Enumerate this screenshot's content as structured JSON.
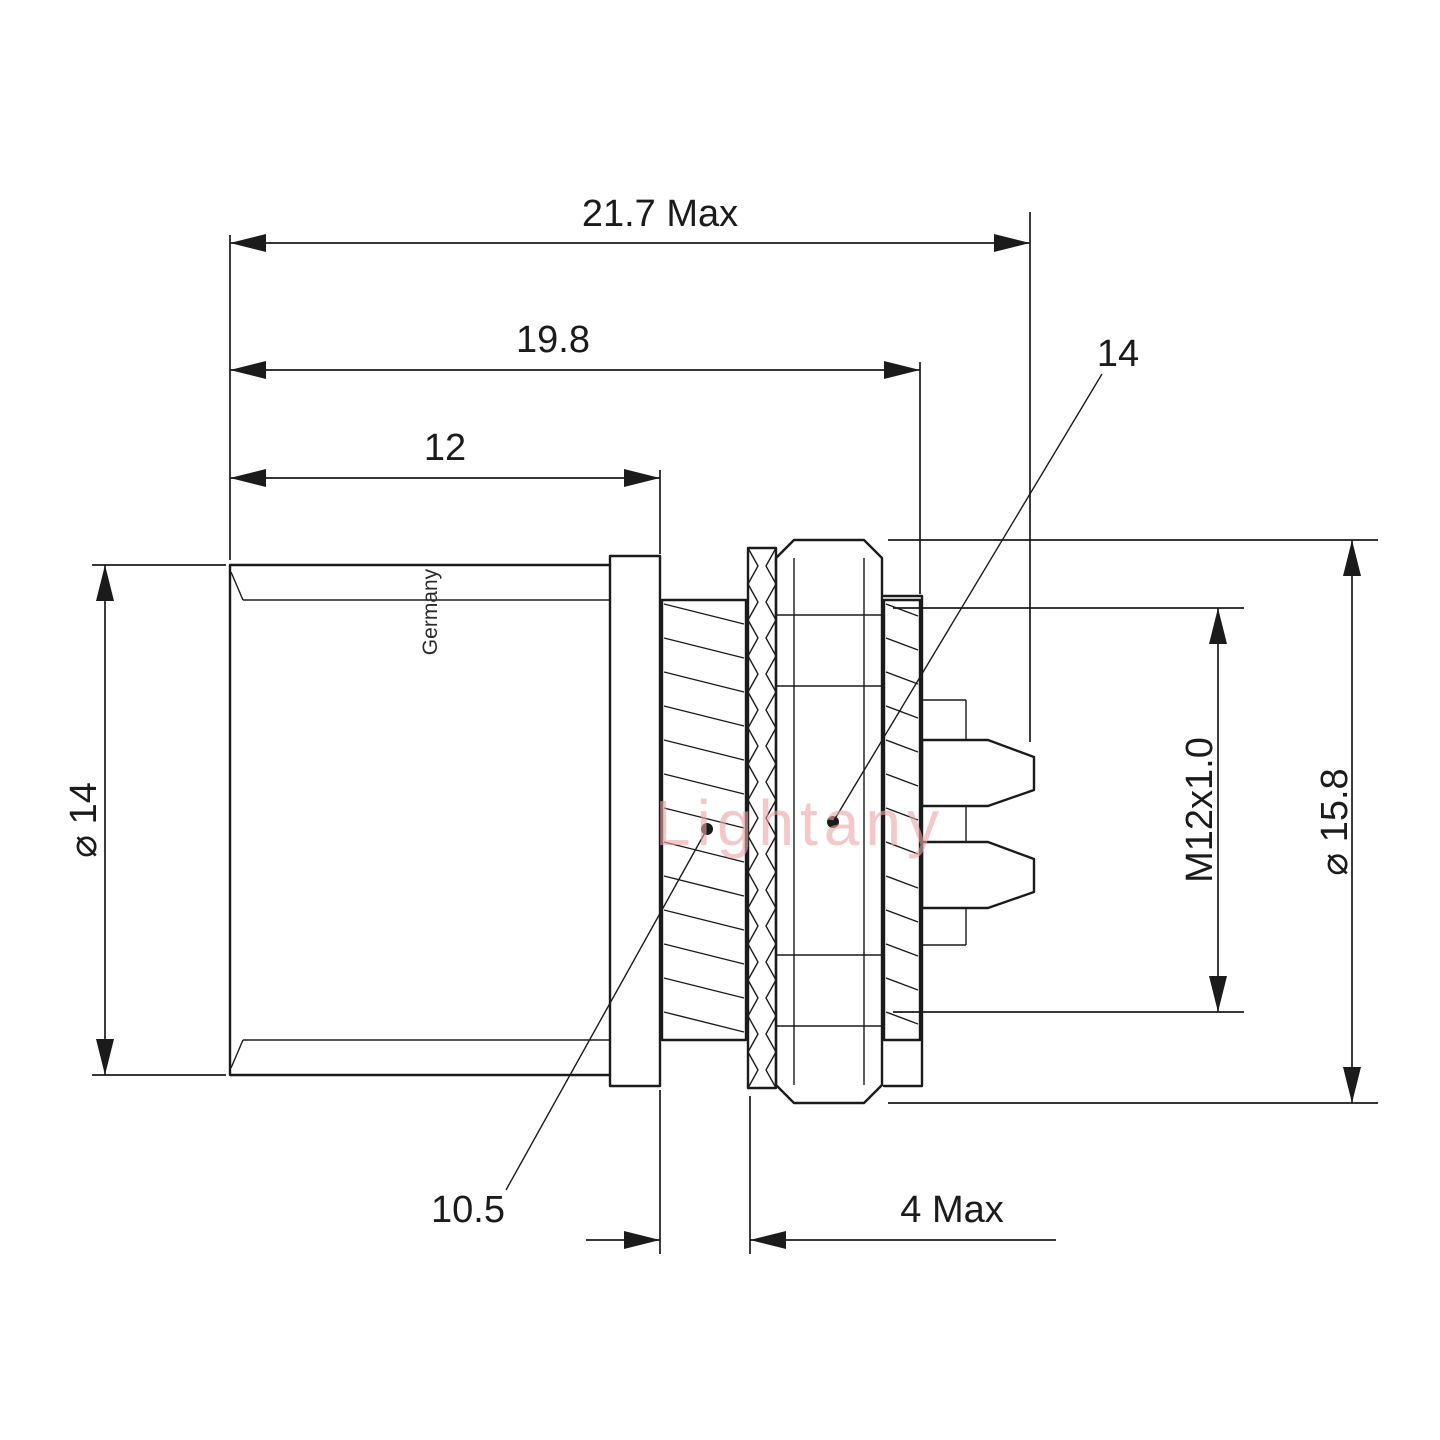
{
  "watermark": "Lightany",
  "part": {
    "body_marking": "Germany"
  },
  "dimensions": {
    "overall_length": "21.7 Max",
    "rear_length": "19.8",
    "front_body_length": "12",
    "hex_across_flats": "14",
    "mounting_hole": "10.5",
    "panel_thickness": "4 Max",
    "front_body_diameter": "⌀ 14",
    "thread_spec": "M12x1.0",
    "hex_diameter": "⌀ 15.8"
  }
}
